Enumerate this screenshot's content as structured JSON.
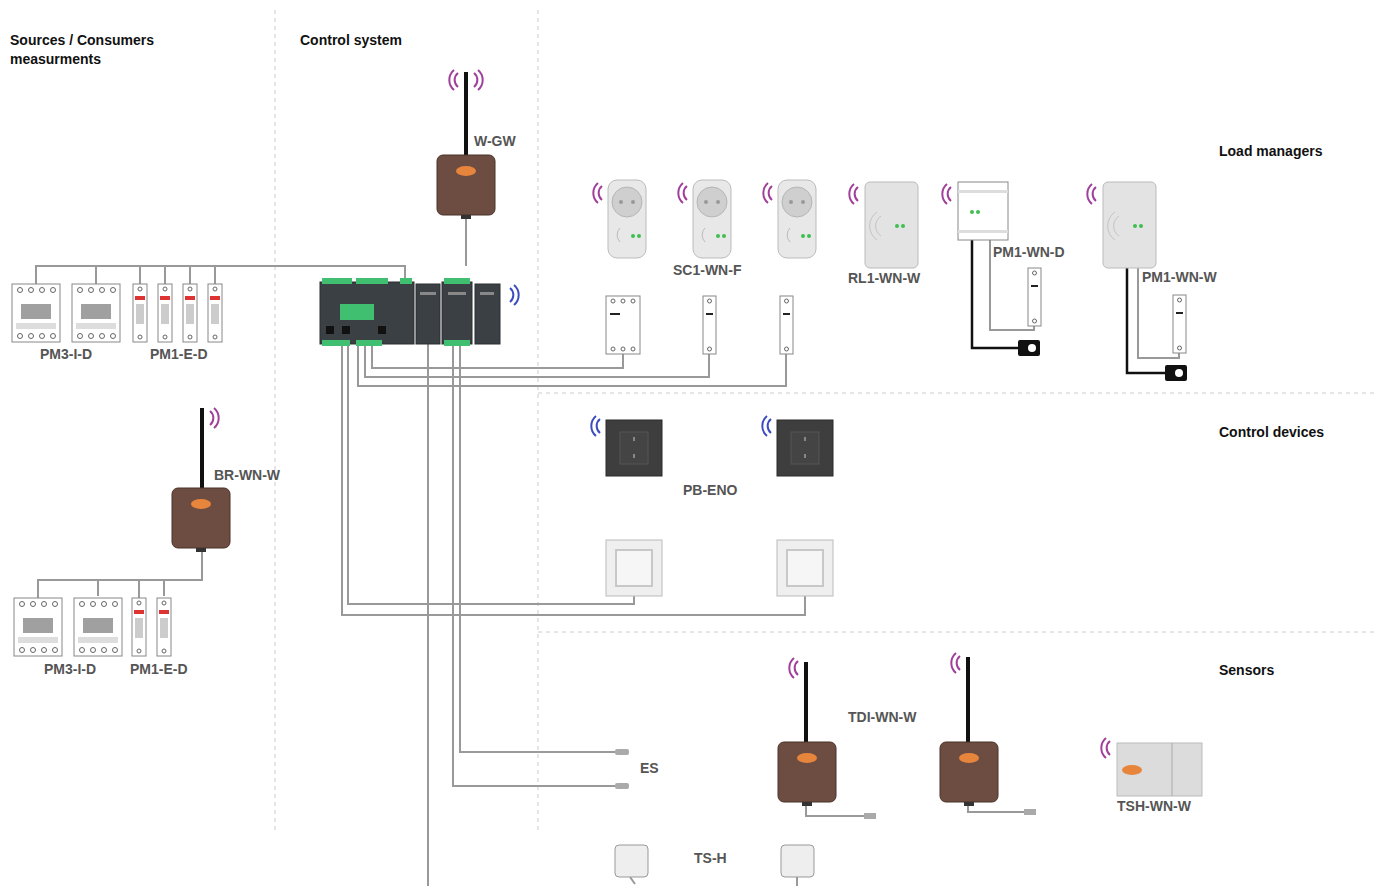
{
  "diagram": {
    "nodes": [
      {
        "text": [
          "W-GW"
        ]
      },
      {
        "text": [
          "PM3-I-D"
        ]
      },
      {
        "text": [
          "PM1-E-D"
        ]
      },
      {
        "text": [
          "BR-WN-W"
        ]
      },
      {
        "text": [
          "PM3-I-D"
        ]
      },
      {
        "text": [
          "PM1-E-D"
        ]
      },
      {
        "text": [
          "SC1-WN-F"
        ]
      },
      {
        "text": [
          "RL1-WN-W"
        ]
      },
      {
        "text": [
          "PM1-WN-D"
        ]
      },
      {
        "text": [
          "PM1-WN-W"
        ]
      },
      {
        "text": [
          "PB-ENO"
        ]
      },
      {
        "text": [
          "TDI-WN-W"
        ]
      },
      {
        "text": [
          "TSH-WN-W"
        ]
      },
      {
        "text": [
          "ES"
        ]
      },
      {
        "text": [
          "TS-H"
        ]
      }
    ],
    "edges": [
      {
        "from": 3,
        "to": 4,
        "arrow": "none"
      },
      {
        "from": 3,
        "to": 5,
        "arrow": "none"
      }
    ],
    "labels": [
      "Sources / Consumers measurments",
      "Control system",
      "Load managers",
      "Control devices",
      "Sensors"
    ]
  }
}
